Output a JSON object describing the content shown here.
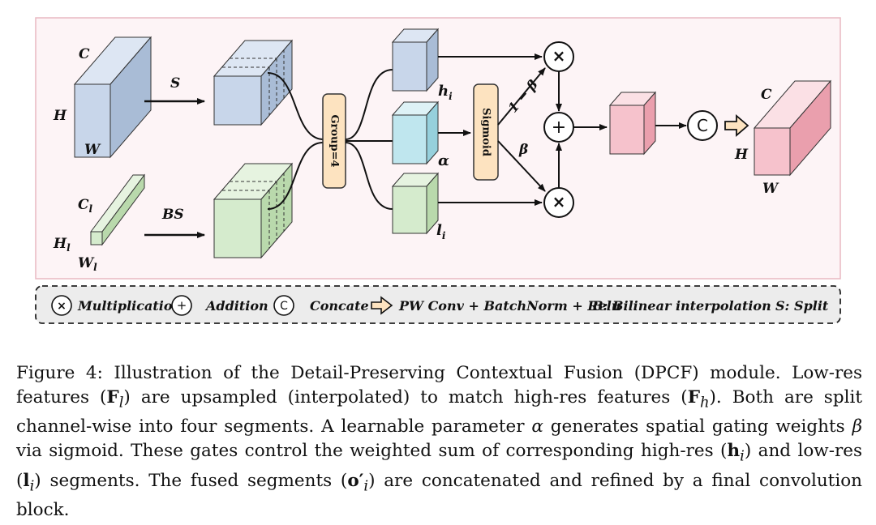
{
  "figure": {
    "labels": {
      "c_top": "C",
      "h_top": "H",
      "w_top": "W",
      "cl": "C",
      "cl_sub": "l",
      "hl": "H",
      "hl_sub": "l",
      "wl": "W",
      "wl_sub": "l",
      "s_arrow": "S",
      "bs_arrow": "BS",
      "group": "Group=4",
      "hi": "h",
      "hi_sub": "i",
      "alpha": "α",
      "li": "l",
      "li_sub": "i",
      "sigmoid": "Sigmoid",
      "one_minus_beta": "1 − β",
      "beta": "β",
      "mult_top": "×",
      "add": "+",
      "mult_bottom": "×",
      "concat": "C",
      "c_out": "C",
      "h_out": "H",
      "w_out": "W"
    },
    "legend": {
      "mult_symbol": "×",
      "mult_text": "Multiplication",
      "add_symbol": "+",
      "add_text": "Addition",
      "concat_symbol": "C",
      "concat_text": "Concate",
      "pw_text": "PW Conv + BatchNorm + Relu",
      "b_text": "B: Bilinear interpolation",
      "s_text": "S: Split"
    },
    "colors": {
      "blue": "#c8d6ea",
      "green": "#d5ebcd",
      "cyan": "#bfe6ee",
      "pink": "#f6c2cc",
      "orange": "#fde3c0",
      "panel": "#fdf4f6"
    }
  },
  "caption": {
    "parts": [
      "Figure 4: Illustration of the Detail-Preserving Contextual Fusion (DPCF) module. Low-res features (",
      "F",
      "l",
      ") are upsampled (interpolated) to match high-res features (",
      "F",
      "h",
      "). Both are split channel-wise into four segments. A learnable parameter ",
      "α",
      " generates spatial gating weights ",
      "β",
      " via sigmoid. These gates control the weighted sum of corresponding high-res (",
      "h",
      "i",
      ") and low-res (",
      "l",
      "i",
      ") segments. The fused segments (",
      "o′",
      "i",
      ") are concatenated and refined by a final convolution block."
    ]
  }
}
